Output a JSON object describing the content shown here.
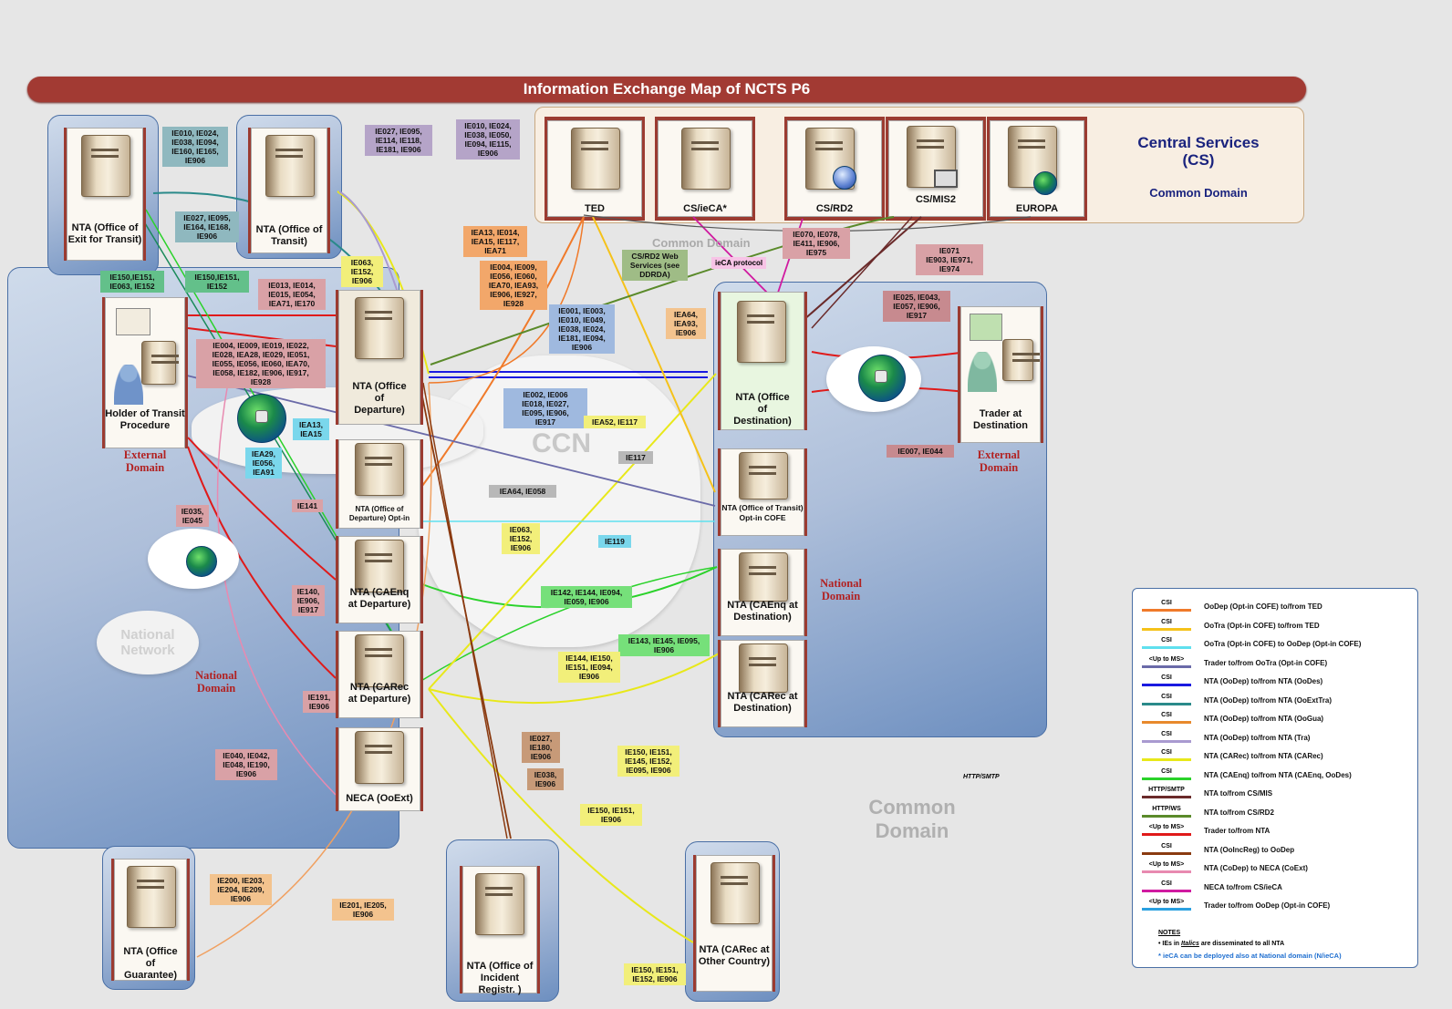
{
  "title": "Information Exchange Map of NCTS P6",
  "central_services": {
    "heading_line1": "Central Services",
    "heading_line2": "(CS)",
    "subheading": "Common Domain",
    "nodes": [
      "TED",
      "CS/ieCA*",
      "CS/RD2",
      "CS/MIS2",
      "EUROPA"
    ]
  },
  "labels": {
    "ccn": "CCN",
    "common_domain_mid": "Common Domain",
    "common_domain_big_1": "Common",
    "common_domain_big_2": "Domain",
    "national_network_1": "National",
    "national_network_2": "Network",
    "national_domain_left_1": "National",
    "national_domain_left_2": "Domain",
    "national_domain_right_1": "National",
    "national_domain_right_2": "Domain",
    "external_domain_left_1": "External",
    "external_domain_left_2": "Domain",
    "external_domain_right_1": "External",
    "external_domain_right_2": "Domain",
    "ieca_protocol": "ieCA protocol",
    "http_smtp": "HTTP/SMTP",
    "rd2_ws": "CS/RD2 Web Services (see DDRDA)"
  },
  "nodes": {
    "exit": "NTA (Office of Exit for Transit)",
    "transit": "NTA (Office of Transit)",
    "holder": "Holder of Transit Procedure",
    "departure": "NTA (Office of Departure)",
    "departure_optin": "NTA (Office of Departure) Opt-in",
    "caenq_dep": "NTA (CAEnq at Departure)",
    "carec_dep": "NTA (CARec at Departure)",
    "neca": "NECA (OoExt)",
    "guarantee": "NTA (Office of Guarantee)",
    "incident": "NTA (Office of Incident Registr. )",
    "carec_other": "NTA (CARec at Other Country)",
    "destination": "NTA (Office of Destination)",
    "transit_optin": "NTA (Office of Transit) Opt-in COFE",
    "caenq_dest": "NTA (CAEnq at Destination)",
    "carec_dest": "NTA (CARec at Destination)",
    "trader_dest": "Trader at Destination"
  },
  "ie_boxes": {
    "b1": "IE010, IE024,\nIE038, IE094,\nIE160, IE165,\nIE906",
    "b2": "IE027, IE095,\nIE164, IE168,\nIE906",
    "b3": "IE027, IE095,\nIE114, IE118,\nIE181, IE906",
    "b4": "IE010, IE024,\nIE038, IE050,\nIE094, IE115,\nIE906",
    "b5": "IE150,IE151,\nIE063, IE152",
    "b6": "IE150,IE151,\nIE152",
    "b7": "IE063,\nIE152,\nIE906",
    "b8": "IE013, IE014,\nIE015, IE054,\nIEA71, IE170",
    "b9": "IE004, IE009, IE019, IE022,\nIE028, IEA28, IE029, IE051,\nIE055, IE056, IE060, IEA70,\nIE058, IE182, IE906, IE917,\nIE928",
    "b10": "IEA13, IE014,\nIEA15, IE117,\nIEA71",
    "b11": "IE004, IE009,\nIE056, IE060,\nIEA70, IEA93,\nIE906, IE927,\nIE928",
    "b12": "IE001, IE003,\nIE010, IE049,\nIE038, IE024,\nIE181, IE094,\nIE906",
    "b13": "IE002, IE006\nIE018, IE027,\nIE095, IE906,\nIE917",
    "b14": "IEA13,\nIEA15",
    "b15": "IEA29,\nIE056,\nIEA91",
    "b16": "IEA52, IE117",
    "b17": "IE117",
    "b18": "IEA64, IE058",
    "b19": "IEA64,\nIEA93,\nIE906",
    "b20": "IE070, IE078,\nIE411, IE906,\nIE975",
    "b21": "IE071\nIE903, IE971,\nIE974",
    "b22": "IE025, IE043,\nIE057, IE906,\nIE917",
    "b23": "IE007, IE044",
    "b24": "IE035,\nIE045",
    "b25": "IE141",
    "b26": "IE063,\nIE152,\nIE906",
    "b27": "IE119",
    "b28": "IE140,\nIE906,\nIE917",
    "b29": "IE142, IE144, IE094,\nIE059, IE906",
    "b30": "IE143, IE145, IE095,\nIE906",
    "b31": "IE144, IE150,\nIE151, IE094,\nIE906",
    "b32": "IE191,\nIE906",
    "b33": "IE040, IE042,\nIE048, IE190,\nIE906",
    "b34": "IE027,\nIE180,\nIE906",
    "b35": "IE038,\nIE906",
    "b36": "IE150, IE151,\nIE145, IE152,\nIE095, IE906",
    "b37": "IE150, IE151,\nIE906",
    "b38": "IE200, IE203,\nIE204, IE209,\nIE906",
    "b39": "IE201, IE205,\nIE906",
    "b40": "IE150, IE151,\nIE152, IE906"
  },
  "legend": {
    "items": [
      {
        "tag": "CSI",
        "color": "#f07a2a",
        "text": "OoDep (Opt-in COFE) to/from TED"
      },
      {
        "tag": "CSI",
        "color": "#f5c21a",
        "text": "OoTra (Opt-in COFE) to/from TED"
      },
      {
        "tag": "CSI",
        "color": "#5fe0ee",
        "text": "OoTra (Opt-in COFE) to OoDep (Opt-in COFE)"
      },
      {
        "tag": "<Up to MS>",
        "color": "#6a6aa8",
        "text": "Trader to/from OoTra (Opt-in COFE)"
      },
      {
        "tag": "CSI",
        "color": "#1a1ae0",
        "text": "NTA (OoDep) to/from NTA (OoDes)"
      },
      {
        "tag": "CSI",
        "color": "#2a8a8a",
        "text": "NTA (OoDep) to/from NTA (OoExtTra)"
      },
      {
        "tag": "CSI",
        "color": "#e8892c",
        "text": "NTA (OoDep) to/from NTA (OoGua)"
      },
      {
        "tag": "CSI",
        "color": "#a99ad0",
        "text": "NTA (OoDep) to/from NTA (Tra)"
      },
      {
        "tag": "CSI",
        "color": "#e8e81a",
        "text": "NTA (CARec) to/from NTA (CARec)"
      },
      {
        "tag": "CSI",
        "color": "#2ad22a",
        "text": "NTA (CAEnq) to/from NTA (CAEnq, OoDes)"
      },
      {
        "tag": "HTTP/SMTP",
        "color": "#6a2a2a",
        "text": "NTA to/from CS/MIS"
      },
      {
        "tag": "HTTP/WS",
        "color": "#5a8a2a",
        "text": "NTA to/from CS/RD2"
      },
      {
        "tag": "<Up to MS>",
        "color": "#e01a1a",
        "text": "Trader to/from NTA"
      },
      {
        "tag": "CSI",
        "color": "#8a3a10",
        "text": "NTA (OoIncReg) to OoDep"
      },
      {
        "tag": "<Up to MS>",
        "color": "#e88ab0",
        "text": "NTA (CoDep) to NECA (CoExt)"
      },
      {
        "tag": "CSI",
        "color": "#d01aa0",
        "text": "NECA to/from CS/ieCA"
      },
      {
        "tag": "<Up to MS>",
        "color": "#2aa0e0",
        "text": "Trader to/from OoDep (Opt-in COFE)"
      }
    ],
    "notes_title": "NOTES",
    "notes_1_pre": "IEs in ",
    "notes_1_em": "Italics",
    "notes_1_post": " are disseminated to all NTA",
    "notes_2": "* ieCA can be deployed also at National domain (N/ieCA)"
  }
}
